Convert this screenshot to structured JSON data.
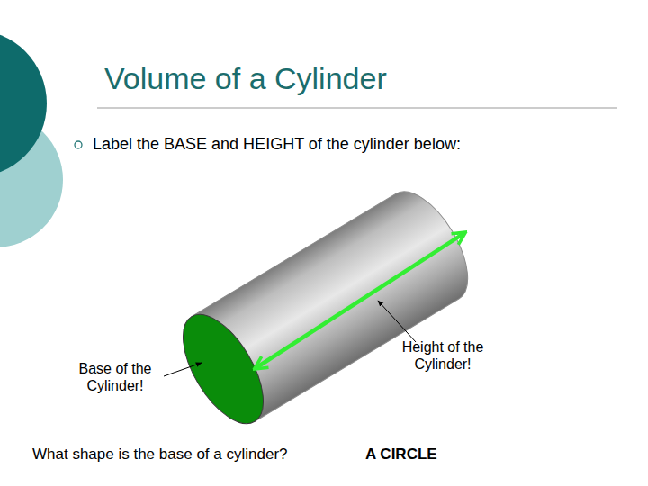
{
  "diagram": {
    "title": "Volume of a Cylinder",
    "labels": [
      "Label the BASE and HEIGHT of the cylinder below:",
      "Base of the Cylinder!",
      "Height of the Cylinder!",
      "What shape is the base of a cylinder?",
      "A CIRCLE"
    ]
  }
}
